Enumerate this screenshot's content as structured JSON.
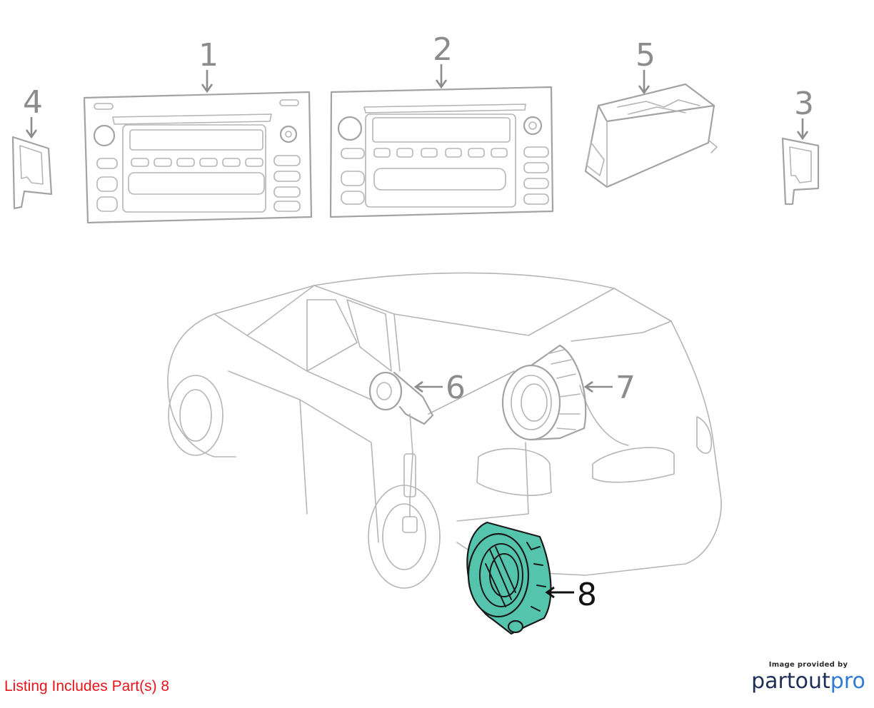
{
  "callouts": [
    {
      "id": "1",
      "label": "1"
    },
    {
      "id": "2",
      "label": "2"
    },
    {
      "id": "3",
      "label": "3"
    },
    {
      "id": "4",
      "label": "4"
    },
    {
      "id": "5",
      "label": "5"
    },
    {
      "id": "6",
      "label": "6"
    },
    {
      "id": "7",
      "label": "7"
    },
    {
      "id": "8",
      "label": "8"
    }
  ],
  "highlighted_part": "8",
  "colors": {
    "highlight_fill": "#55c4ad",
    "line_art": "#a3a3a3",
    "listing_text": "#e8141b",
    "brand_dark": "#1f2f57",
    "brand_light": "#2e7bd1"
  },
  "listing_note": "Listing Includes Part(s) 8",
  "credit": {
    "caption": "Image provided by",
    "brand_part1": "partout",
    "brand_part2": "pro"
  }
}
